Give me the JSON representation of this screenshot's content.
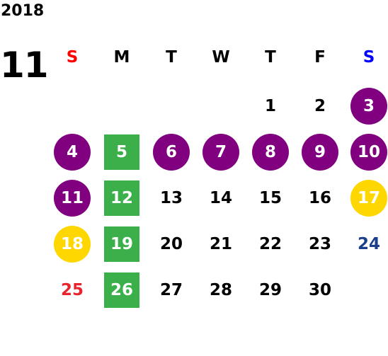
{
  "calendar": {
    "year": "2018",
    "month": "11",
    "weekdays": [
      "S",
      "M",
      "T",
      "W",
      "T",
      "F",
      "S"
    ],
    "weeks": [
      [
        "",
        "",
        "",
        "",
        "1",
        "2",
        "3"
      ],
      [
        "4",
        "5",
        "6",
        "7",
        "8",
        "9",
        "10"
      ],
      [
        "11",
        "12",
        "13",
        "14",
        "15",
        "16",
        "17"
      ],
      [
        "18",
        "19",
        "20",
        "21",
        "22",
        "23",
        "24"
      ],
      [
        "25",
        "26",
        "27",
        "28",
        "29",
        "30",
        ""
      ]
    ]
  },
  "colors": {
    "default_text": "#000000",
    "sunday_header": "#ff0000",
    "saturday_header": "#0000ff",
    "holiday_text": "#e8242c",
    "saturday_text": "#1c3f8c",
    "purple_marker": "#800080",
    "green_marker": "#3aaf4a",
    "yellow_marker": "#ffd700",
    "marker_text": "#ffffff"
  },
  "markers": {
    "purple_circle": [
      "3",
      "4",
      "6",
      "7",
      "8",
      "9",
      "10",
      "11"
    ],
    "green_square": [
      "5",
      "12",
      "19",
      "26"
    ],
    "yellow_circle": [
      "17",
      "18"
    ],
    "red_text": [
      "25"
    ],
    "blue_text": [
      "24"
    ]
  }
}
